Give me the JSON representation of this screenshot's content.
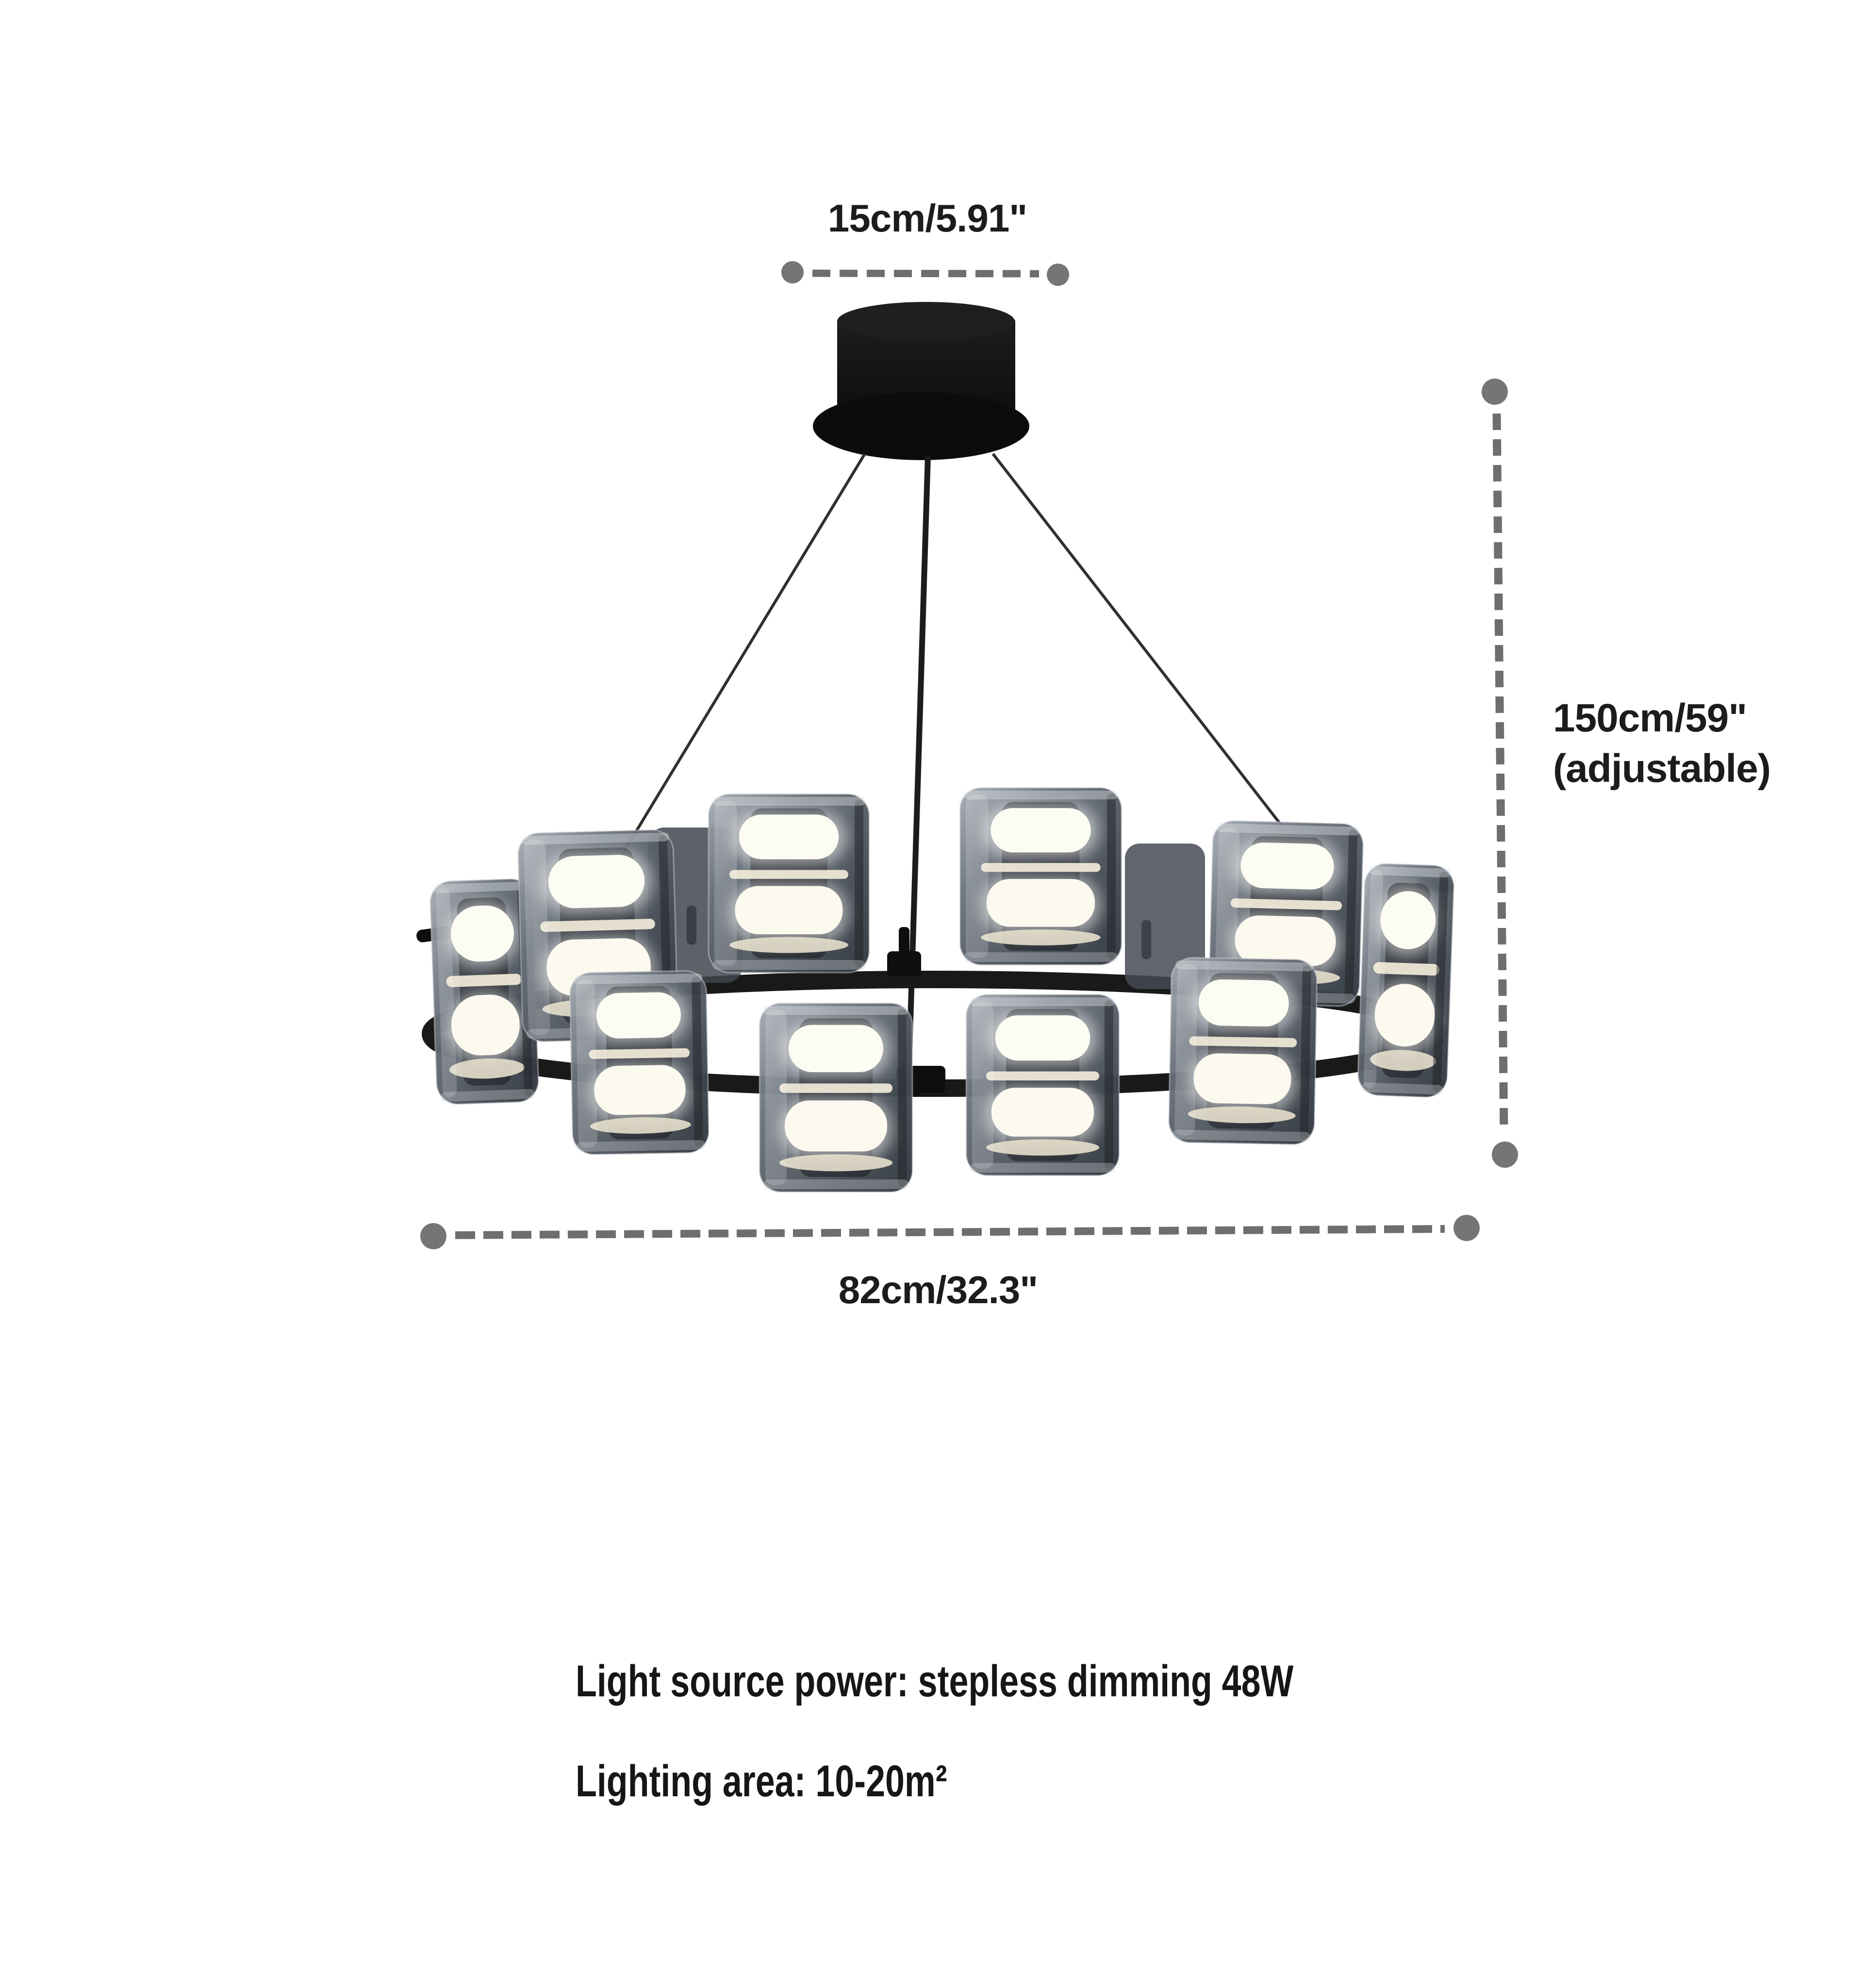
{
  "dimensions": {
    "canopy": {
      "label": "15cm/5.91\""
    },
    "height": {
      "line1": "150cm/59\"",
      "line2": "(adjustable)"
    },
    "diameter": {
      "label": "82cm/32.3\""
    }
  },
  "specs": {
    "power": "Light source power: stepless dimming 48W",
    "area": "Lighting area: 10-20m²"
  },
  "figure": {
    "type": "ring-chandelier-dimension-diagram",
    "shade_count": 10,
    "lights_per_shade": 2,
    "colors": {
      "background": "#ffffff",
      "metal_black": "#141414",
      "smoked_glass": "#565d65",
      "led_white": "#fdfcf2",
      "dimension_gray": "#6f6f6f",
      "text_dark": "#1c1c1c"
    }
  }
}
